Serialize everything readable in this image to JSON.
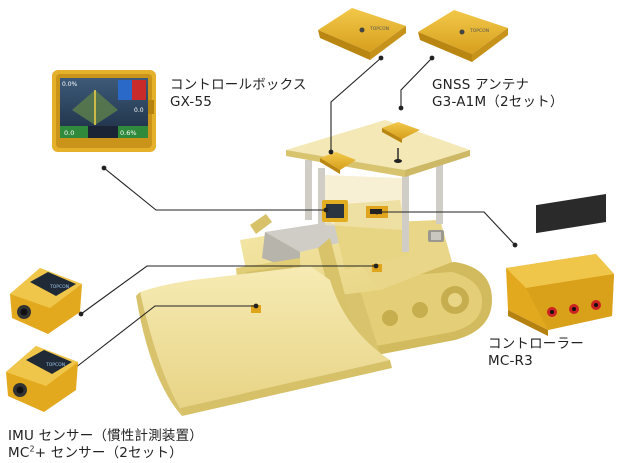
{
  "components": [
    {
      "id": "control-box",
      "name": "コントロールボックス",
      "model": "GX-55",
      "screen": {
        "top_left_value": "0.0%",
        "top_right_value": "0.0",
        "bottom_left_value": "0.0",
        "bottom_right_value": "0.6%"
      }
    },
    {
      "id": "gnss-antenna",
      "name": "GNSS アンテナ",
      "model": "G3-A1M（2セット）",
      "brand": "TOPCON"
    },
    {
      "id": "controller",
      "name": "コントローラー",
      "model": "MC-R3"
    },
    {
      "id": "imu-sensor",
      "name": "IMU センサー（慣性計測装置）",
      "model_prefix": "MC",
      "model_sup": "2",
      "model_suffix": "+ センサー（2セット）",
      "brand": "TOPCON"
    }
  ],
  "colors": {
    "machine_body": "#eedc8e",
    "machine_shadow": "#d9c46e",
    "device_yellow": "#e7b42a",
    "leader_line": "#222222"
  }
}
